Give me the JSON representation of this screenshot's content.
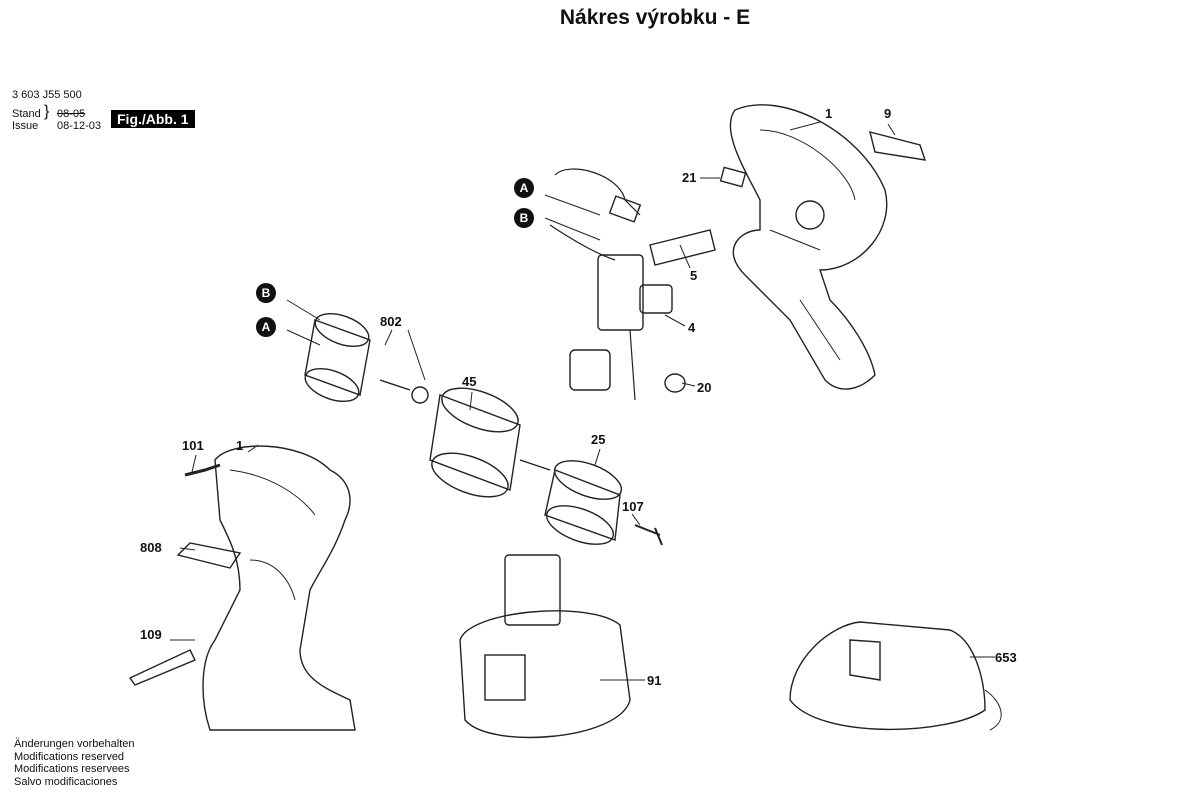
{
  "title": "Nákres výrobku - E",
  "header": {
    "part_number": "3 603 J55 500",
    "stand_label": "Stand",
    "issue_label": "Issue",
    "old_date": "08-05",
    "issue_date": "08-12-03",
    "figure_label": "Fig./Abb. 1"
  },
  "parts": {
    "housing_right": "1",
    "nameplate": "9",
    "p21": "21",
    "p5": "5",
    "switch": "4",
    "p20": "20",
    "motor": "802",
    "gearbox": "45",
    "housing_left": "1",
    "screw": "101",
    "chuck": "25",
    "chuck_screw": "107",
    "p808": "808",
    "bit": "109",
    "battery": "91",
    "charger": "653"
  },
  "connectors": {
    "a": "A",
    "b": "B"
  },
  "footer": [
    "Änderungen vorbehalten",
    "Modifications reserved",
    "Modifications reservees",
    "Salvo modificaciones"
  ]
}
